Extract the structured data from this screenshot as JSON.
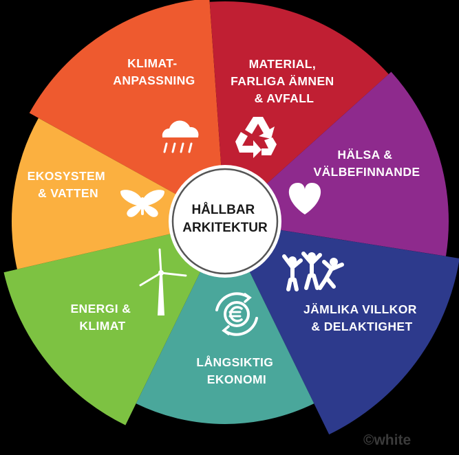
{
  "center": {
    "line1": "HÅLLBAR",
    "line2": "ARKITEKTUR"
  },
  "segments": [
    {
      "key": "klimatanpassning",
      "color": "#EE5A2F",
      "lines": [
        "KLIMAT-",
        "ANPASSNING"
      ],
      "icon": "rain-cloud-icon"
    },
    {
      "key": "material",
      "color": "#C01F33",
      "lines": [
        "MATERIAL,",
        "FARLIGA ÄMNEN",
        "& AVFALL"
      ],
      "icon": "recycle-icon"
    },
    {
      "key": "halsa",
      "color": "#8E2A8D",
      "lines": [
        "HÄLSA &",
        "VÄLBEFINNANDE"
      ],
      "icon": "heart-icon"
    },
    {
      "key": "jamlika",
      "color": "#2D3A8C",
      "lines": [
        "JÄMLIKA VILLKOR",
        "& DELAKTIGHET"
      ],
      "icon": "people-icon"
    },
    {
      "key": "ekonomi",
      "color": "#4AA79B",
      "lines": [
        "LÅNGSIKTIG",
        "EKONOMI"
      ],
      "icon": "euro-cycle-icon"
    },
    {
      "key": "energi",
      "color": "#7DC242",
      "lines": [
        "ENERGI &",
        "KLIMAT"
      ],
      "icon": "wind-turbine-icon"
    },
    {
      "key": "ekosystem",
      "color": "#FBB040",
      "lines": [
        "EKOSYSTEM",
        "& VATTEN"
      ],
      "icon": "butterfly-icon"
    }
  ],
  "credit": "©white"
}
